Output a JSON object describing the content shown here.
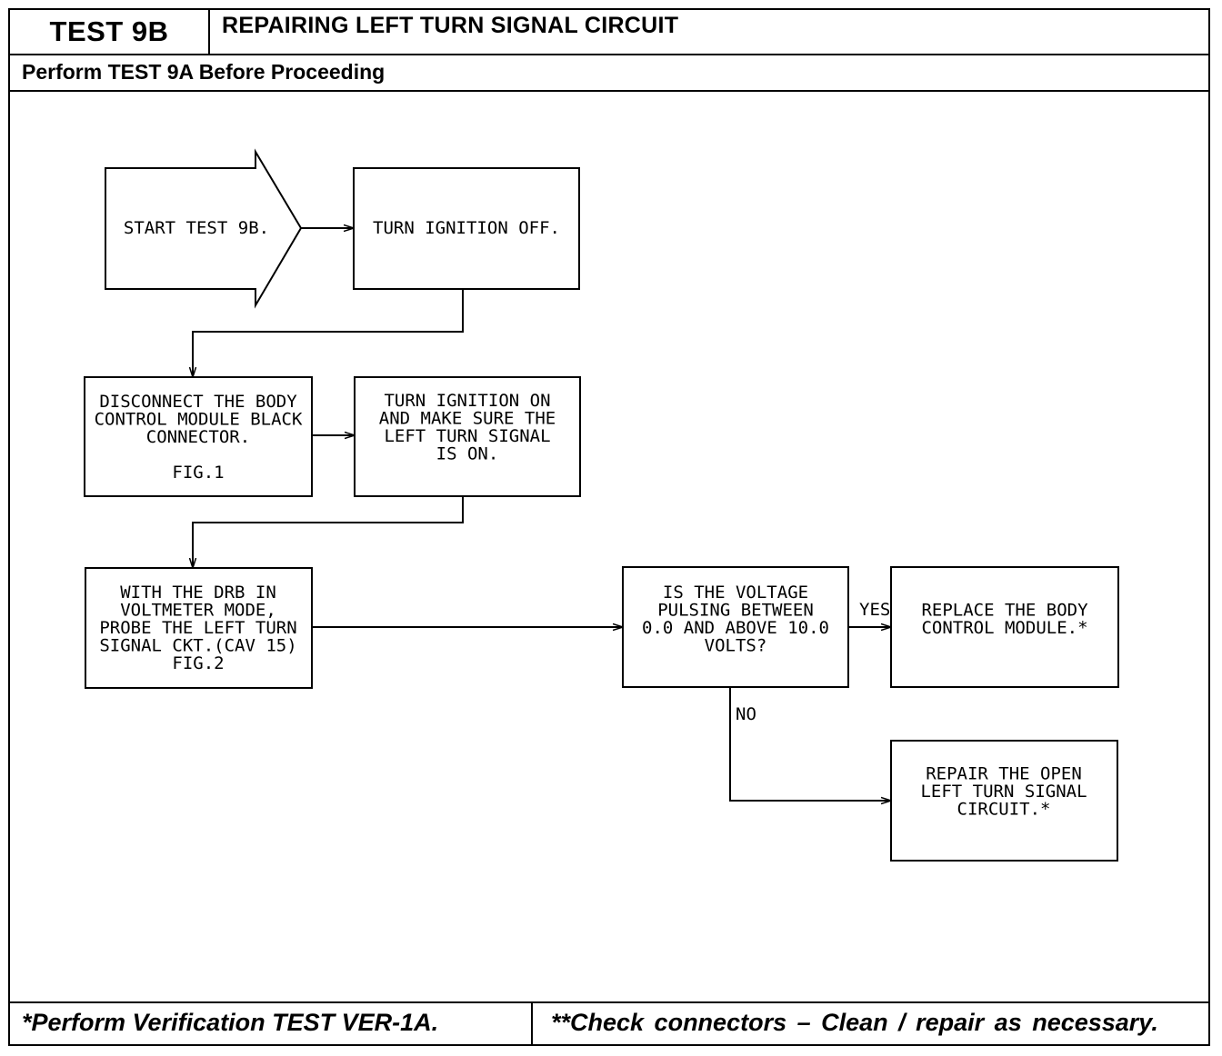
{
  "header": {
    "test_id": "TEST 9B",
    "title": "REPAIRING LEFT TURN SIGNAL CIRCUIT",
    "subtitle": "Perform TEST 9A Before Proceeding"
  },
  "footer": {
    "left": "*Perform Verification TEST VER-1A.",
    "right": "**Check connectors – Clean / repair as necessary."
  },
  "nodes": {
    "start": {
      "lines": [
        "START TEST 9B."
      ]
    },
    "ignition_off": {
      "lines": [
        "TURN IGNITION OFF."
      ]
    },
    "disconnect": {
      "lines": [
        "DISCONNECT THE BODY",
        "CONTROL MODULE BLACK",
        "CONNECTOR.",
        "",
        "FIG.1"
      ]
    },
    "ignition_on": {
      "lines": [
        "TURN IGNITION ON",
        "AND MAKE SURE THE",
        "LEFT TURN SIGNAL",
        "IS ON."
      ]
    },
    "probe": {
      "lines": [
        "WITH THE DRB IN",
        "VOLTMETER MODE,",
        "PROBE THE LEFT TURN",
        "SIGNAL CKT.(CAV 15)",
        "FIG.2"
      ]
    },
    "decision": {
      "lines": [
        "IS THE VOLTAGE",
        "PULSING BETWEEN",
        "0.0 AND ABOVE 10.0",
        "VOLTS?"
      ]
    },
    "replace": {
      "lines": [
        "REPLACE THE BODY",
        "CONTROL MODULE.*"
      ]
    },
    "repair": {
      "lines": [
        "REPAIR THE OPEN",
        "LEFT TURN SIGNAL",
        "CIRCUIT.*"
      ]
    }
  },
  "edge_labels": {
    "yes": "YES",
    "no": "NO"
  }
}
